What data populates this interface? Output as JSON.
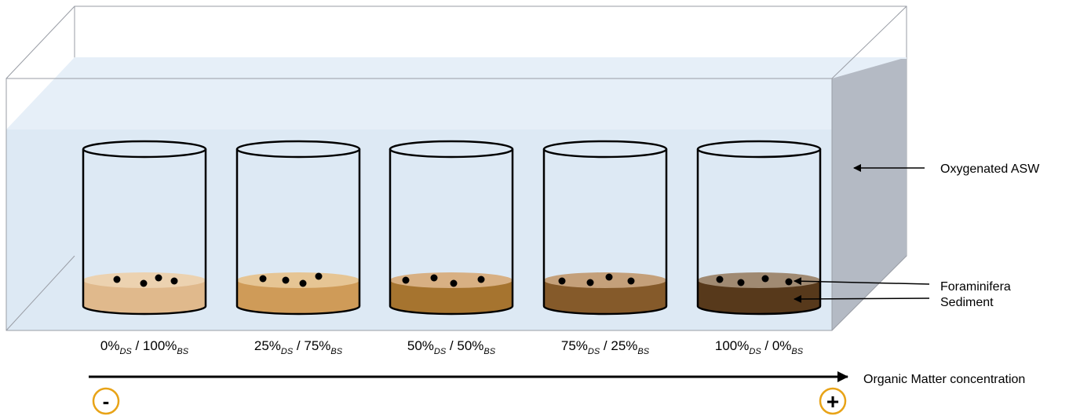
{
  "callouts": {
    "water": "Oxygenated ASW",
    "foraminifera": "Foraminifera",
    "sediment": "Sediment"
  },
  "axis": {
    "label": "Organic Matter concentration",
    "minus_symbol": "-",
    "plus_symbol": "+"
  },
  "beakers": [
    {
      "ds": "0%",
      "bs": "100%",
      "ds_sub": "DS",
      "bs_sub": "BS",
      "sediment_color": "#e0b98c",
      "top_color": "#ecd2b0"
    },
    {
      "ds": "25%",
      "bs": "75%",
      "ds_sub": "DS",
      "bs_sub": "BS",
      "sediment_color": "#cf9b58",
      "top_color": "#e6c594"
    },
    {
      "ds": "50%",
      "bs": "50%",
      "ds_sub": "DS",
      "bs_sub": "BS",
      "sediment_color": "#a6742f",
      "top_color": "#d8b083"
    },
    {
      "ds": "75%",
      "bs": "25%",
      "ds_sub": "DS",
      "bs_sub": "BS",
      "sediment_color": "#855a2a",
      "top_color": "#c4a07a"
    },
    {
      "ds": "100%",
      "bs": "0%",
      "ds_sub": "DS",
      "bs_sub": "BS",
      "sediment_color": "#57391b",
      "top_color": "#a08a72"
    }
  ],
  "colors": {
    "water": "#dde9f4",
    "water_top": "#e6eff8",
    "side": "#b4bac4",
    "accent": "#e8a317"
  }
}
